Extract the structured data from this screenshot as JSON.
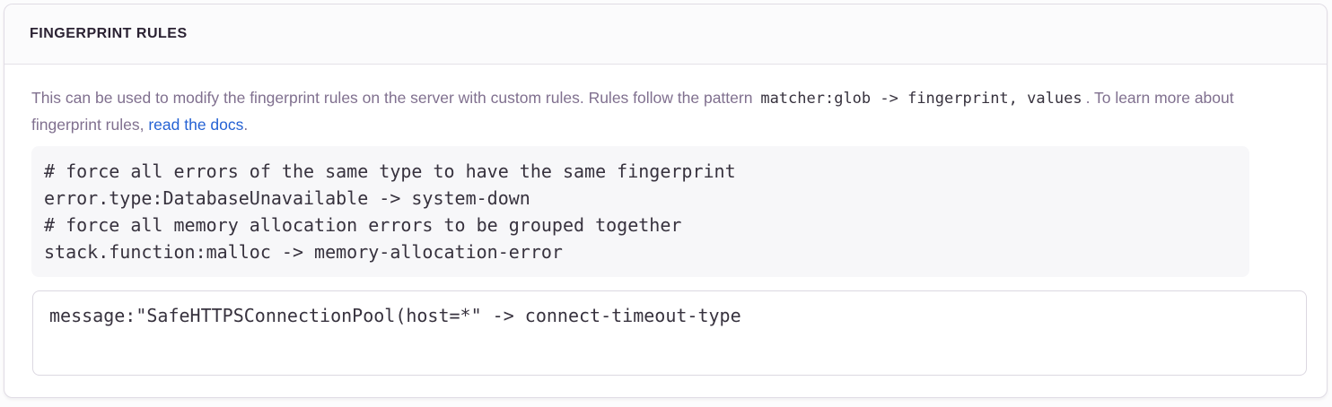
{
  "panel": {
    "header": {
      "title": "FINGERPRINT RULES"
    },
    "description": {
      "text_before_code": "This can be used to modify the fingerprint rules on the server with custom rules. Rules follow the pattern",
      "inline_code": "matcher:glob -> fingerprint, values",
      "text_after_code": ". To learn more about fingerprint rules,",
      "link_label": "read the docs",
      "text_end": "."
    },
    "example_rules": {
      "lines": [
        "# force all errors of the same type to have the same fingerprint",
        "error.type:DatabaseUnavailable -> system-down",
        "# force all memory allocation errors to be grouped together",
        "stack.function:malloc -> memory-allocation-error"
      ]
    },
    "rules_editor": {
      "value": "message:\"SafeHTTPSConnectionPool(host=*\" -> connect-timeout-type"
    }
  },
  "colors": {
    "heading_text": "#2b2233",
    "body_text": "#80708f",
    "code_text": "#37323e",
    "link": "#2562d4",
    "panel_border": "#e0dce5",
    "code_block_bg": "#f7f7f9",
    "header_bg": "#fbfbfc"
  }
}
